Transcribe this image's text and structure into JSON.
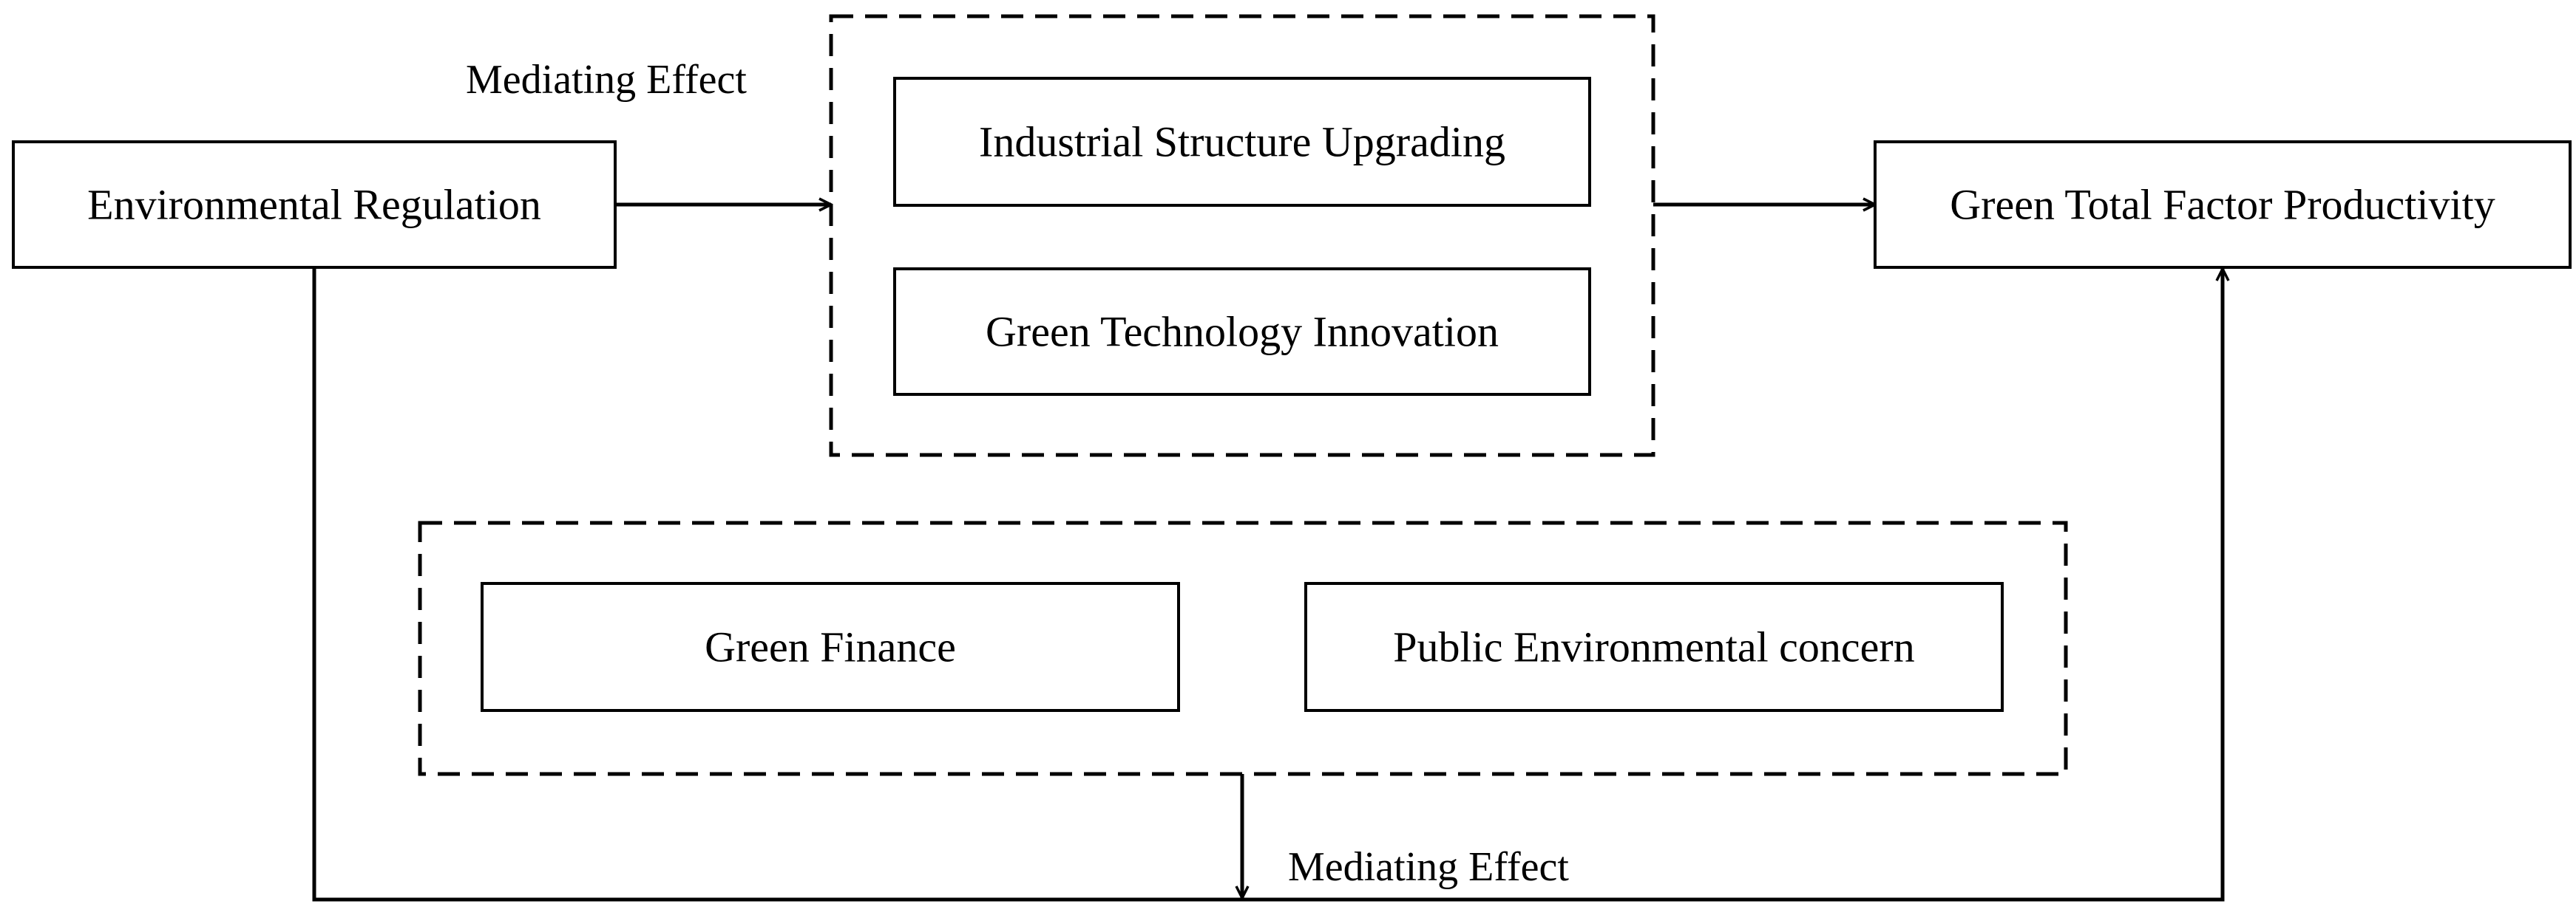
{
  "diagram": {
    "source_node": "Environmental Regulation",
    "target_node": "Green Total Factor Productivity",
    "top_group": {
      "label": "Mediating Effect",
      "items": [
        "Industrial Structure Upgrading",
        "Green Technology Innovation"
      ]
    },
    "bottom_group": {
      "label": "Mediating Effect",
      "items": [
        "Green Finance",
        "Public Environmental concern"
      ]
    }
  }
}
